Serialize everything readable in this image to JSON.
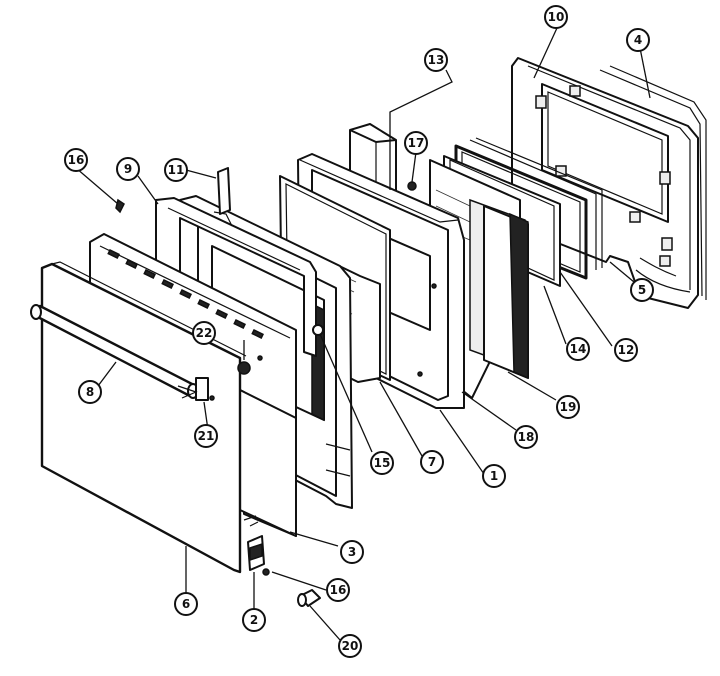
{
  "callouts": [
    {
      "id": "p1",
      "label": "1"
    },
    {
      "id": "p2",
      "label": "2"
    },
    {
      "id": "p3",
      "label": "3"
    },
    {
      "id": "p4",
      "label": "4"
    },
    {
      "id": "p5",
      "label": "5"
    },
    {
      "id": "p6",
      "label": "6"
    },
    {
      "id": "p7",
      "label": "7"
    },
    {
      "id": "p8",
      "label": "8"
    },
    {
      "id": "p9",
      "label": "9"
    },
    {
      "id": "p10",
      "label": "10"
    },
    {
      "id": "p11",
      "label": "11"
    },
    {
      "id": "p12",
      "label": "12"
    },
    {
      "id": "p13",
      "label": "13"
    },
    {
      "id": "p14",
      "label": "14"
    },
    {
      "id": "p15",
      "label": "15"
    },
    {
      "id": "p16a",
      "label": "16"
    },
    {
      "id": "p16b",
      "label": "16"
    },
    {
      "id": "p17",
      "label": "17"
    },
    {
      "id": "p18",
      "label": "18"
    },
    {
      "id": "p19",
      "label": "19"
    },
    {
      "id": "p20",
      "label": "20"
    },
    {
      "id": "p21",
      "label": "21"
    },
    {
      "id": "p22",
      "label": "22"
    }
  ]
}
